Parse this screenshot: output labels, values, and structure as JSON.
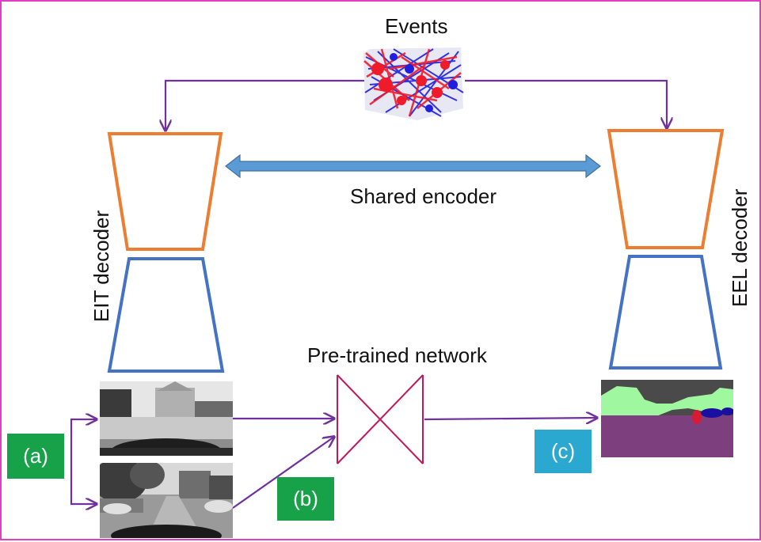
{
  "labels": {
    "events": "Events",
    "shared_encoder": "Shared encoder",
    "pretrained_network": "Pre-trained network",
    "eit_decoder": "EIT decoder",
    "eel_decoder": "EEL decoder"
  },
  "badges": {
    "a": "(a)",
    "b": "(b)",
    "c": "(c)"
  },
  "colors": {
    "frame": "#e040c0",
    "arrow": "#7030a0",
    "encoder": "#ed7d31",
    "decoder": "#4472c4",
    "double_arrow": "#5b9bd5",
    "network": "#c0185a",
    "badge_green": "#17a24a",
    "badge_blue": "#2aa8cf",
    "seg_sky": "#9ff79f",
    "seg_building": "#4a4a4a",
    "seg_road": "#7d3f7d",
    "seg_car": "#1a0fa0",
    "seg_person": "#d81b35"
  }
}
